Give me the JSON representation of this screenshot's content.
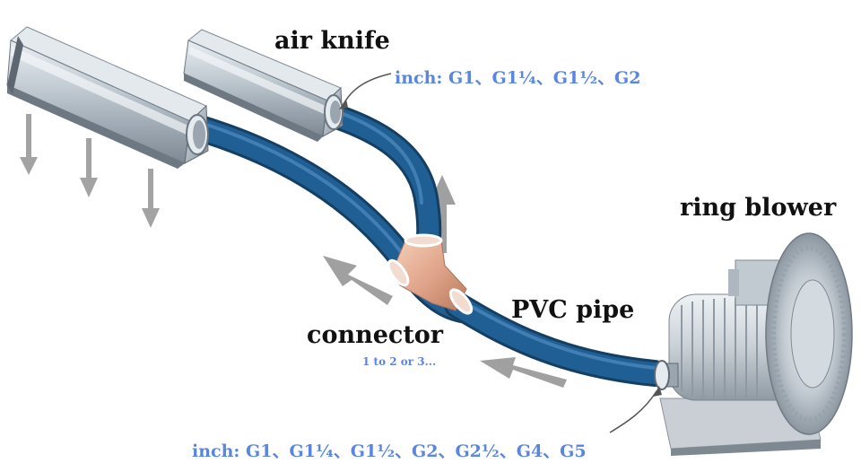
{
  "labels": {
    "air_knife": "air knife",
    "air_knife_sizes": "inch: G1、G1¼、G1½、G2",
    "ring_blower": "ring blower",
    "pvc_pipe": "PVC pipe",
    "connector": "connector",
    "connector_note": "1 to 2 or 3...",
    "blower_sizes": "inch: G1、G1¼、G1½、G2、G2½、G4、G5"
  },
  "colors": {
    "label_text": "#111111",
    "size_text": "#5b86e0",
    "pipe": "#1d5a8a",
    "connector": "#e0a58a",
    "aluminum": "#b9c3cc",
    "arrow": "#9a9a9a"
  },
  "icons": [
    "air-knife-icon",
    "ring-blower-icon",
    "pvc-pipe-icon",
    "y-connector-icon",
    "airflow-arrow-icon"
  ]
}
